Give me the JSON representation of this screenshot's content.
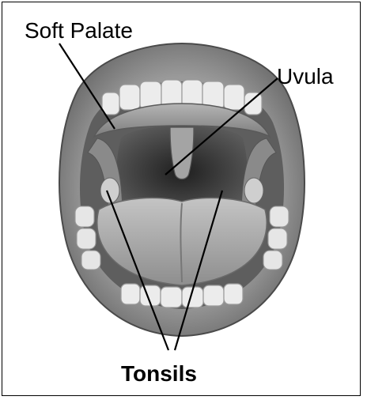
{
  "labels": {
    "soft_palate": "Soft Palate",
    "uvula": "Uvula",
    "tonsils": "Tonsils"
  },
  "colors": {
    "border": "#000000",
    "background": "#ffffff",
    "lip": "#8a8a8a",
    "teeth": "#e8e8e8",
    "tongue": "#b5b5b5",
    "throat": "#3a3a3a",
    "palate": "#9c9c9c"
  }
}
